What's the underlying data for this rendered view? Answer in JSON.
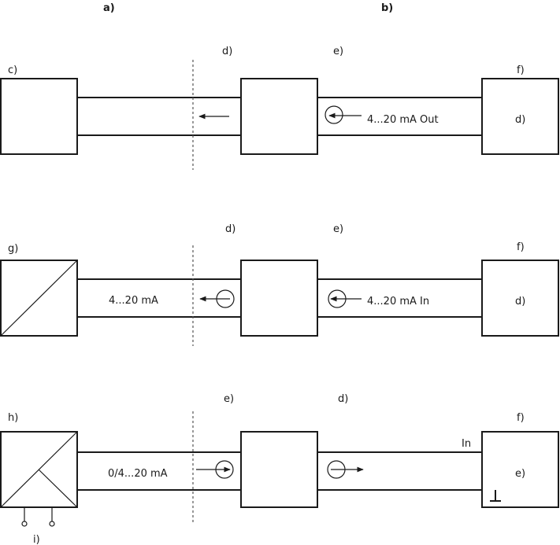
{
  "header": {
    "col_a": "a)",
    "col_b": "b)"
  },
  "row1": {
    "label_left": "c)",
    "label_d": "d)",
    "label_e": "e)",
    "label_f": "f)",
    "box_right_label": "d)",
    "signal": "4...20 mA Out"
  },
  "row2": {
    "label_left": "g)",
    "label_d": "d)",
    "label_e": "e)",
    "label_f": "f)",
    "box_right_label": "d)",
    "signal_left": "4...20 mA",
    "signal_right": "4...20 mA In"
  },
  "row3": {
    "label_left": "h)",
    "label_e": "e)",
    "label_d": "d)",
    "label_f": "f)",
    "box_right_label": "e)",
    "signal_left": "0/4...20 mA",
    "in_label": "In",
    "label_bottom": "i)"
  }
}
